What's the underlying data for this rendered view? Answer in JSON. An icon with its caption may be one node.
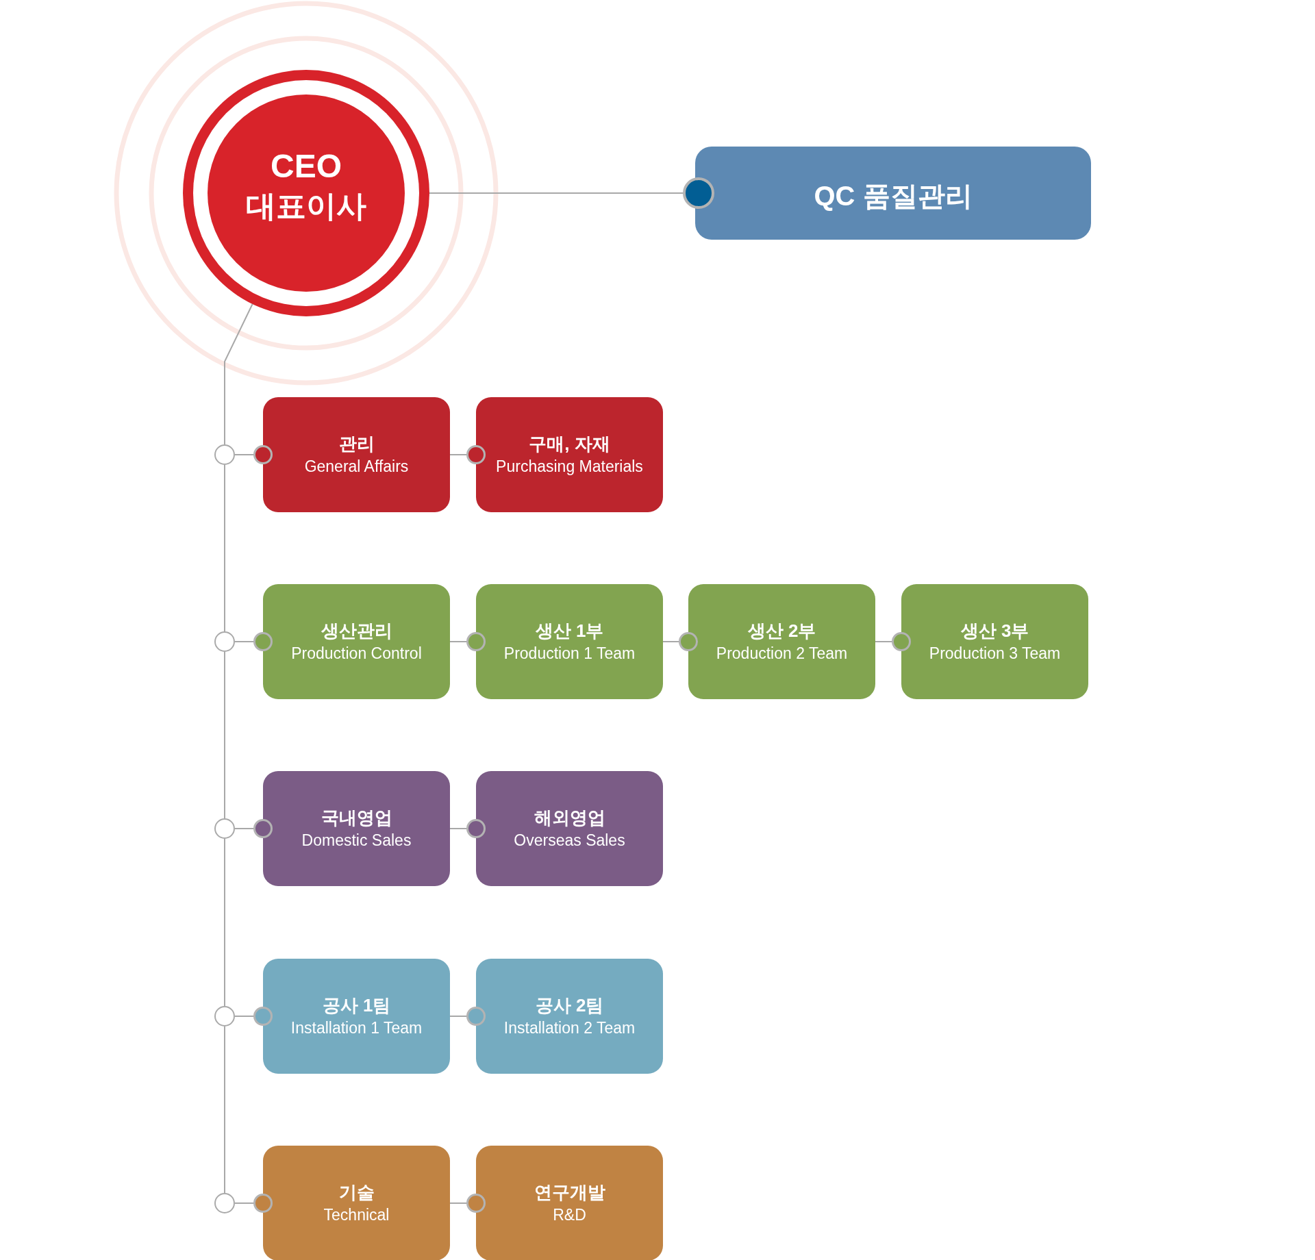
{
  "diagram": {
    "nodes": [
      {
        "text": [
          "CEO",
          "대표이사"
        ]
      },
      {
        "text": [
          "QC 품질관리"
        ]
      },
      {
        "text": [],
        "shape": "circle"
      },
      {
        "text": [
          "관리",
          "General Affairs"
        ]
      },
      {
        "text": [
          "구매, 자재",
          "Purchasing Materials"
        ]
      },
      {
        "text": [],
        "shape": "circle"
      },
      {
        "text": [
          "생산관리",
          "Production Control"
        ]
      },
      {
        "text": [
          "생산 1부",
          "Production 1 Team"
        ]
      },
      {
        "text": [
          "생산 2부",
          "Production 2 Team"
        ]
      },
      {
        "text": [
          "생산 3부",
          "Production 3 Team"
        ]
      },
      {
        "text": [],
        "shape": "circle"
      },
      {
        "text": [
          "국내영업",
          "Domestic Sales"
        ]
      },
      {
        "text": [
          "해외영업",
          "Overseas Sales"
        ]
      },
      {
        "text": [],
        "shape": "circle"
      },
      {
        "text": [
          "공사 1팀",
          "Installation 1 Team"
        ]
      },
      {
        "text": [
          "공사 2팀",
          "Installation 2 Team"
        ]
      },
      {
        "text": [],
        "shape": "circle"
      },
      {
        "text": [
          "기술",
          "Technical"
        ]
      },
      {
        "text": [
          "연구개발",
          "R&D"
        ]
      }
    ],
    "edges": [
      {
        "from": 0,
        "to": 1,
        "arrow": "other"
      },
      {
        "from": 0,
        "to": 2,
        "arrow": "none"
      },
      {
        "from": 2,
        "to": 5,
        "arrow": "none"
      },
      {
        "from": 5,
        "to": 10,
        "arrow": "none"
      },
      {
        "from": 10,
        "to": 13,
        "arrow": "none"
      },
      {
        "from": 13,
        "to": 16,
        "arrow": "none"
      },
      {
        "from": 2,
        "to": 3,
        "arrow": "other"
      },
      {
        "from": 3,
        "to": 4,
        "arrow": "other"
      },
      {
        "from": 5,
        "to": 6,
        "arrow": "other"
      },
      {
        "from": 6,
        "to": 7,
        "arrow": "other"
      },
      {
        "from": 7,
        "to": 8,
        "arrow": "other"
      },
      {
        "from": 8,
        "to": 9,
        "arrow": "other"
      },
      {
        "from": 10,
        "to": 11,
        "arrow": "other"
      },
      {
        "from": 11,
        "to": 12,
        "arrow": "other"
      },
      {
        "from": 13,
        "to": 14,
        "arrow": "other"
      },
      {
        "from": 14,
        "to": 15,
        "arrow": "other"
      },
      {
        "from": 16,
        "to": 17,
        "arrow": "other"
      },
      {
        "from": 17,
        "to": 18,
        "arrow": "other"
      }
    ]
  }
}
